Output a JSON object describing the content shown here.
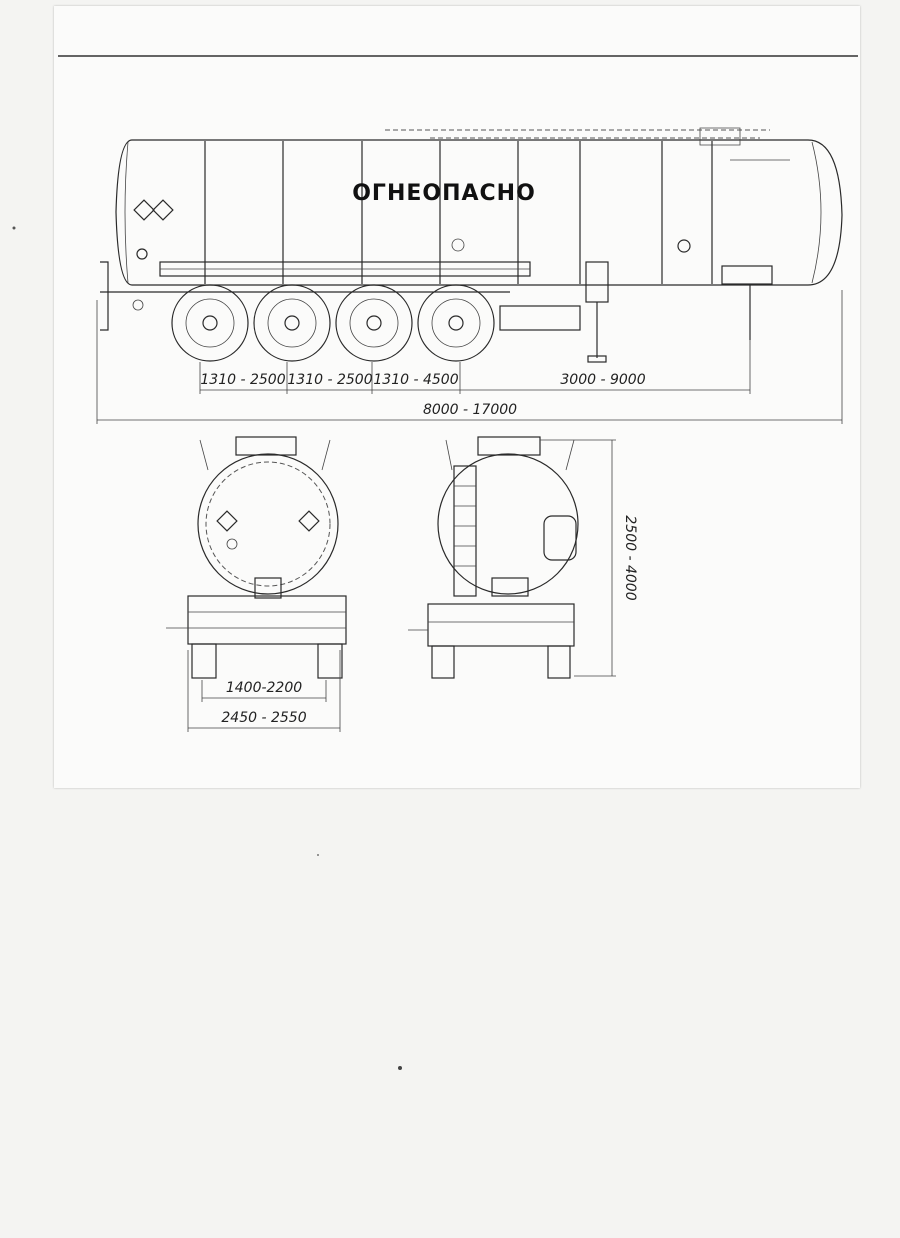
{
  "side_view": {
    "warning_label": "ОГНЕОПАСНО",
    "dimensions": {
      "axle_spacing_1": "1310 - 2500",
      "axle_spacing_2": "1310 - 2500",
      "axle_spacing_3": "1310 - 4500",
      "kingpin_offset": "3000 - 9000",
      "overall_length": "8000 - 17000"
    }
  },
  "front_view": {
    "dimensions": {
      "track_width": "1400-2200",
      "overall_width": "2450 - 2550"
    }
  },
  "rear_view": {
    "dimensions": {
      "overall_height": "2500 - 4000"
    }
  }
}
